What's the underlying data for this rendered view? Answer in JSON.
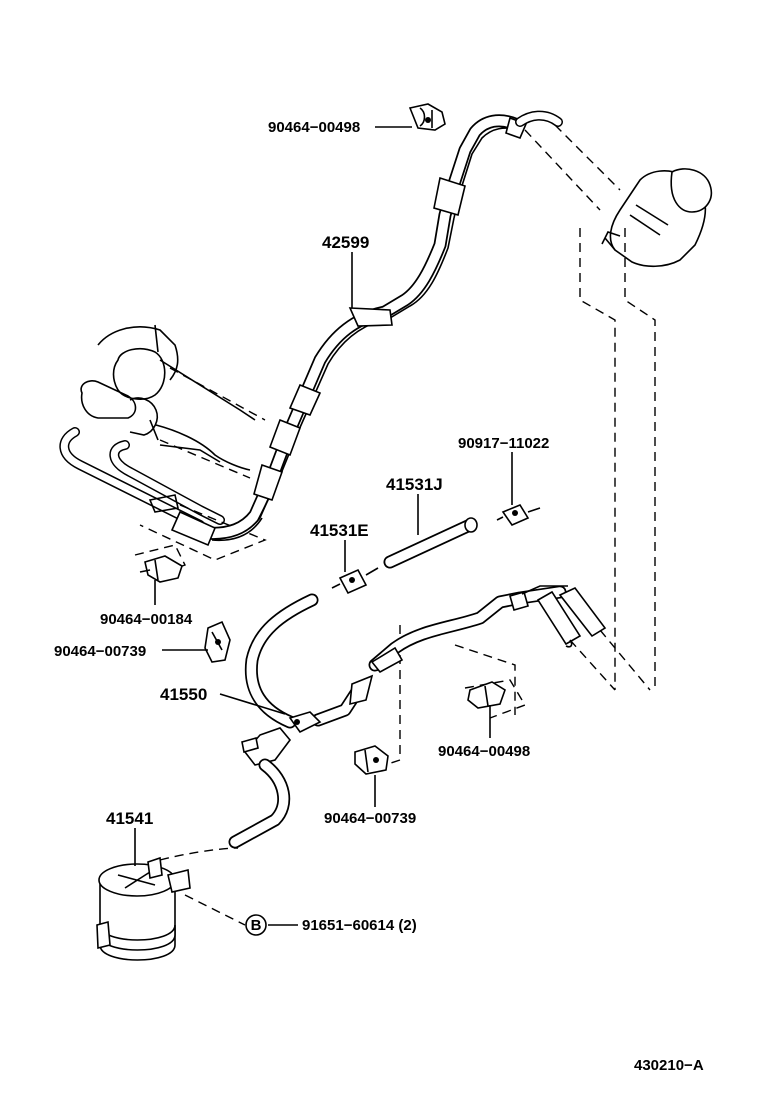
{
  "labels": {
    "clip_top": "90464−00498",
    "pipe_42599": "42599",
    "valve_90917": "90917−11022",
    "hose_41531J": "41531J",
    "hose_41531E": "41531E",
    "clip_00184": "90464−00184",
    "clip_00739_left": "90464−00739",
    "hose_41550": "41550",
    "clip_00498_right": "90464−00498",
    "clip_00739_bottom": "90464−00739",
    "canister_41541": "41541",
    "bolt_letter": "B",
    "bolt_91651": "91651−60614 (2)",
    "figure_code": "430210−A"
  }
}
